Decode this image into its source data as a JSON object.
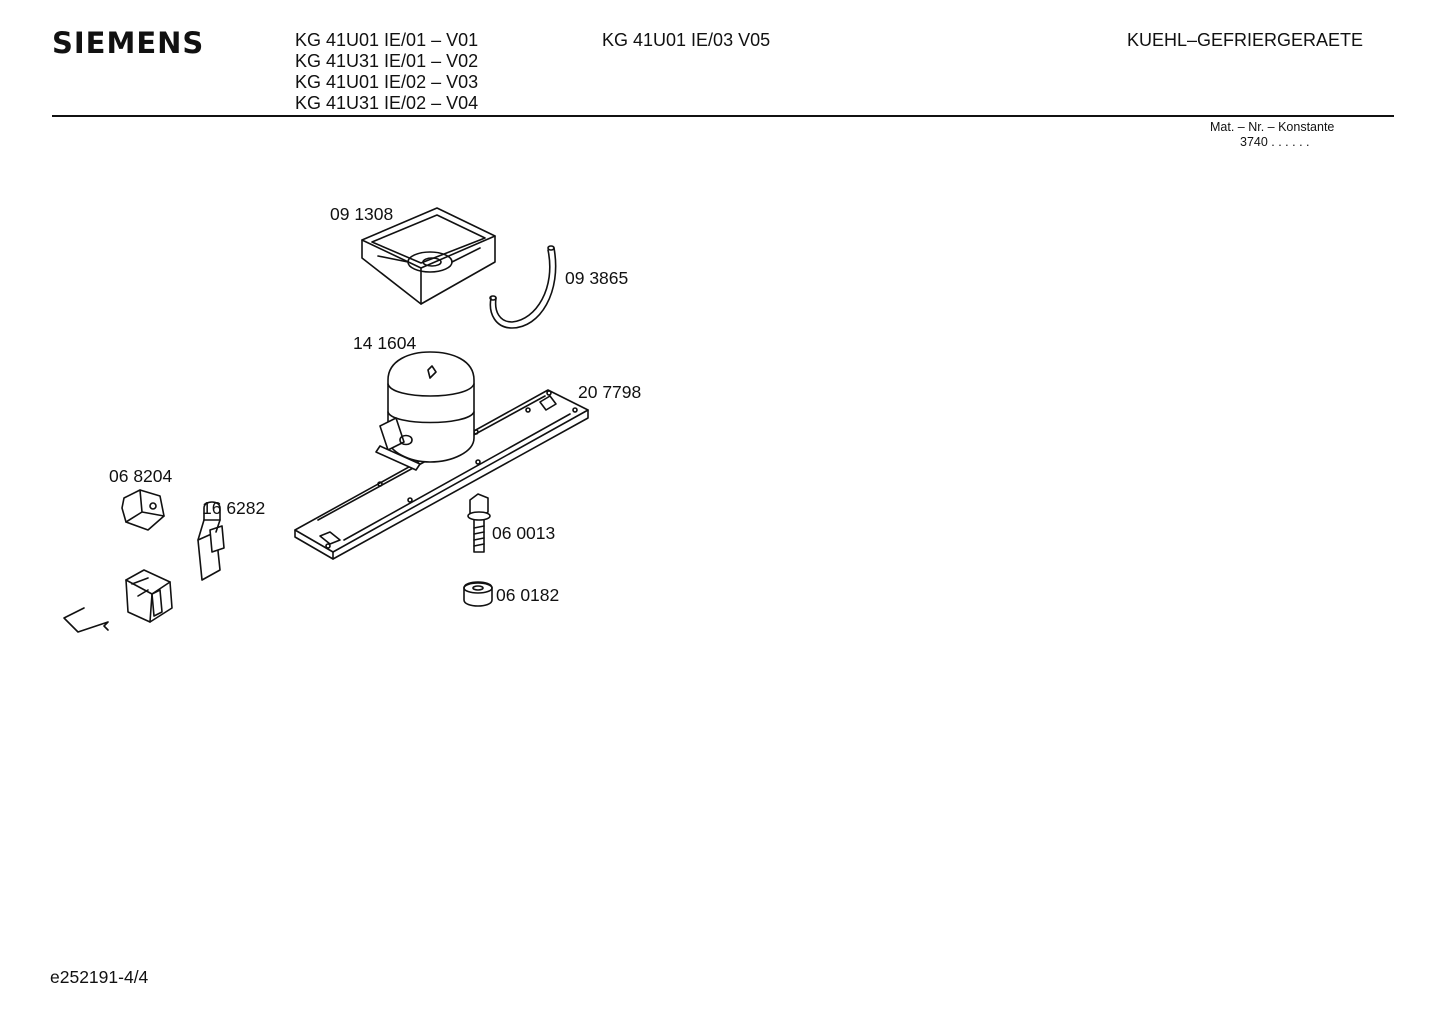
{
  "header": {
    "brand": "SIEMENS",
    "models": [
      "KG 41U01 IE/01 – V01",
      "KG 41U31 IE/01 – V02",
      "KG 41U01 IE/02 – V03",
      "KG 41U31 IE/02 – V04"
    ],
    "model_extra": "KG 41U01 IE/03 V05",
    "category": "KUEHL–GEFRIERGERAETE",
    "mat_label": "Mat. – Nr. – Konstante",
    "mat_value": "3740 . . . . . ."
  },
  "parts": [
    {
      "number": "09 1308",
      "part": "drip-tray"
    },
    {
      "number": "09 3865",
      "part": "hose"
    },
    {
      "number": "14 1604",
      "part": "compressor"
    },
    {
      "number": "20 7798",
      "part": "base-rail"
    },
    {
      "number": "06 8204",
      "part": "clip"
    },
    {
      "number": "16 6282",
      "part": "relay"
    },
    {
      "number": "06 0013",
      "part": "bolt"
    },
    {
      "number": "06 0182",
      "part": "grommet"
    }
  ],
  "footer": {
    "doc_id": "e252191-4/4"
  }
}
